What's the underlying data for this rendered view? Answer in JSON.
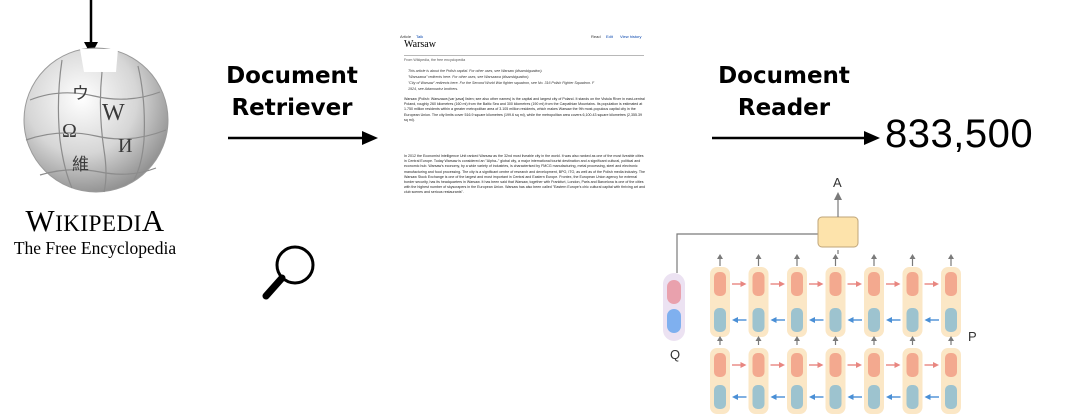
{
  "wikipedia": {
    "wordmark": "Wikipedia",
    "tagline": "The Free Encyclopedia",
    "globe_glyphs": [
      "W",
      "Ω",
      "И",
      "維",
      "ウ"
    ]
  },
  "retriever": {
    "label_line1": "Document",
    "label_line2": "Retriever"
  },
  "reader": {
    "label_line1": "Document",
    "label_line2": "Reader",
    "answer_label": "A",
    "question_label": "Q",
    "passage_label": "P"
  },
  "answer": "833,500",
  "article": {
    "tab_article": "Article",
    "tab_talk": "Talk",
    "tab_read": "Read",
    "tab_edit": "Edit",
    "tab_history": "View history",
    "title": "Warsaw",
    "from": "From Wikipedia, the free encyclopedia",
    "hatnotes": [
      "This article is about the Polish capital. For other uses, see Warsaw (disambiguation).",
      "\"Warszawa\" redirects here. For other uses, see Warszawa (disambiguation).",
      "\"City of Warsaw\" redirects here. For the Second World War fighter squadron, see No. 316 Polish Fighter Squadron. F",
      "1924, see Adamowicz brothers."
    ],
    "para1": "Warsaw (Polish: Warszawa [varˈʂava] listen; see also other names) is the capital and largest city of Poland. It stands on the Vistula River in east-central Poland, roughly 260 kilometres (160 mi) from the Baltic Sea and 300 kilometres (190 mi) from the Carpathian Mountains. Its population is estimated at 1.750 million residents within a greater metropolitan area of 3.105 million residents, which makes Warsaw the 9th most-populous capital city in the European Union. The city limits cover 516.9 square kilometres (199.6 sq mi), while the metropolitan area covers 6,100.43 square kilometres (2,355.39 sq mi).",
    "para2": "In 2012 the Economist Intelligence Unit ranked Warsaw as the 32nd most liveable city in the world. It was also ranked as one of the most liveable cities in Central Europe. Today Warsaw is considered an \"Alpha–\" global city, a major international tourist destination and a significant cultural, political and economic hub. Warsaw's economy, by a wide variety of industries, is characterised by FMCG manufacturing, metal processing, steel and electronic manufacturing and food processing. The city is a significant centre of research and development, BPO, ITO, as well as of the Polish media industry. The Warsaw Stock Exchange is one of the largest and most important in Central and Eastern Europe. Frontex, the European Union agency for external border security, has its headquarters in Warsaw. It has been said that Warsaw, together with Frankfurt, London, Paris and Barcelona is one of the cities with the highest number of skyscrapers in the European Union. Warsaw has also been called \"Eastern Europe's chic cultural capital with thriving art and club scenes and serious restaurants\"."
  },
  "colors": {
    "lstm_outer": "#fbe7c6",
    "forward_cell": "#f3a98f",
    "backward_cell": "#9dc3cf",
    "forward_arrow": "#e88680",
    "backward_arrow": "#4a8fd6",
    "attention_box": "#fde3ab",
    "question_top": "#e9a1ad",
    "question_bottom": "#7fb0ef",
    "question_outer": "#ece2f2"
  }
}
